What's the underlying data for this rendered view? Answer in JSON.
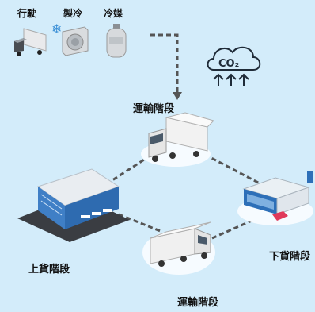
{
  "legend": {
    "driving": "行駛",
    "refrigeration": "製冷",
    "refrigerant": "冷媒"
  },
  "co2_icon_text": "CO₂",
  "stages": {
    "transport_upper": "運輸階段",
    "loading": "上貨階段",
    "unloading": "下貨階段",
    "transport_lower": "運輸階段"
  },
  "colors": {
    "background": "#d3ecfa",
    "dashed_line": "#555555",
    "truck_body": "#f2f2f2",
    "warehouse_blue": "#3f7fc6",
    "store_blue": "#2d6fb8",
    "car_red": "#e0395a"
  }
}
